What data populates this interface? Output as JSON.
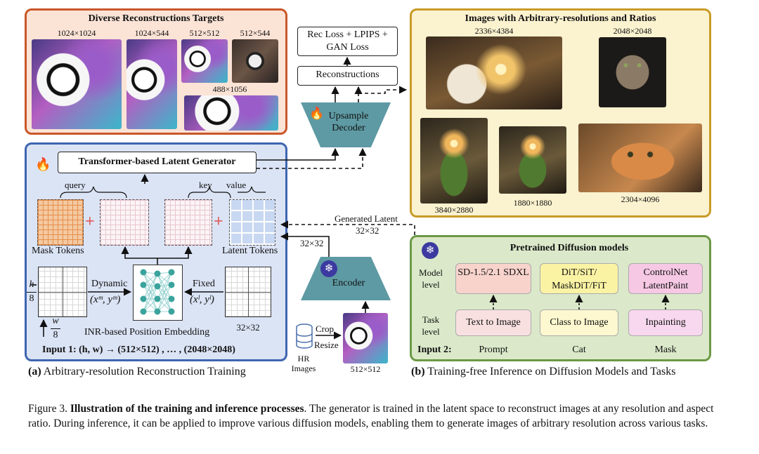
{
  "recon_panel": {
    "title": "Diverse Reconstructions Targets",
    "sizes": [
      "1024×1024",
      "1024×544",
      "512×512",
      "512×544",
      "488×1056"
    ]
  },
  "top_flow": {
    "loss": "Rec Loss + LPIPS + GAN Loss",
    "reconstructions": "Reconstructions",
    "decoder": "Upsample Decoder"
  },
  "arb_panel": {
    "title": "Images with Arbitrary-resolutions and Ratios",
    "sizes": [
      "2336×4384",
      "2048×2048",
      "3840×2880",
      "1880×1880",
      "2304×4096"
    ]
  },
  "gen_panel": {
    "title": "Transformer-based Latent Generator",
    "query": "query",
    "key": "key",
    "value": "value",
    "mask_tokens": "Mask Tokens",
    "latent_tokens": "Latent Tokens",
    "h_num": "h",
    "h_den": "8",
    "w_num": "w",
    "w_den": "8",
    "dynamic": "Dynamic",
    "dynamic_coord": "(xᵐ, yᵐ)",
    "fixed": "Fixed",
    "fixed_coord": "(xˡ, yˡ)",
    "inr": "INR-based Position Embedding",
    "grid_size": "32×32",
    "input1": "Input 1: (h, w) → (512×512) , … , (2048×2048)"
  },
  "middle": {
    "generated_latent": "Generated Latent",
    "latent_size_a": "32×32",
    "latent_size_b": "32×32",
    "encoder": "Encoder",
    "crop": "Crop",
    "resize": "Resize",
    "hr_images": "HR Images",
    "input_size": "512×512"
  },
  "diff_panel": {
    "title": "Pretrained Diffusion models",
    "model_level": "Model level",
    "task_level": "Task level",
    "models": [
      "SD-1.5/2.1 SDXL",
      "DiT/SiT/ MaskDiT/FiT",
      "ControlNet LatentPaint"
    ],
    "tasks": [
      "Text to Image",
      "Class to Image",
      "Inpainting"
    ],
    "input2": "Input 2:",
    "inputs": [
      "Prompt",
      "Cat",
      "Mask"
    ]
  },
  "subcaptions": {
    "a_tag": "(a)",
    "a_text": "Arbitrary-resolution Reconstruction Training",
    "b_tag": "(b)",
    "b_text": "Training-free Inference on Diffusion Models and Tasks"
  },
  "figure_caption": {
    "label": "Figure 3.",
    "bold": "Illustration of the training and inference processes",
    "text": ". The generator is trained in the latent space to reconstruct images at any resolution and aspect ratio. During inference, it can be applied to improve various diffusion models, enabling them to generate images of arbitrary resolution across various tasks."
  },
  "colors": {
    "recon_border": "#c9572a",
    "arb_border": "#c89b27",
    "gen_border": "#3e65b0",
    "diff_border": "#6c9945",
    "decoder_fill": "#5e9aa4"
  },
  "icons": [
    "fire-icon",
    "snowflake-icon",
    "database-icon",
    "plus-icon"
  ]
}
